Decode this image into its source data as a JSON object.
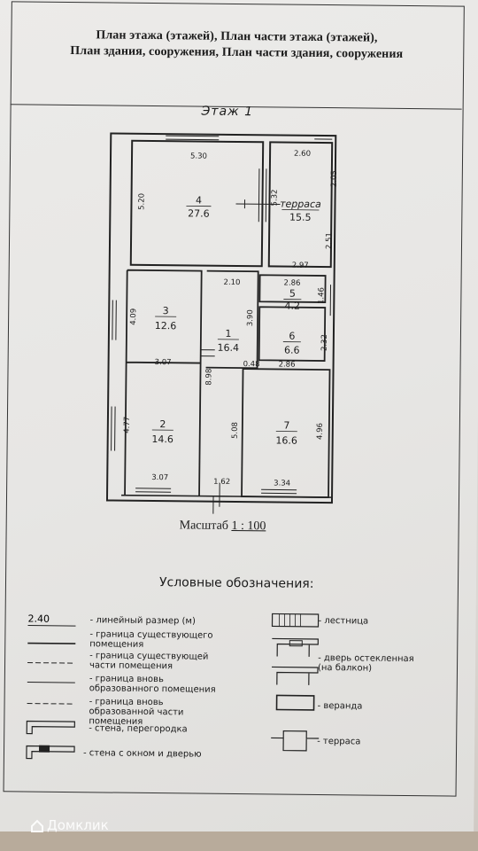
{
  "header": {
    "line1": "План этажа (этажей), План части этажа (этажей),",
    "line2": "План здания, сооружения, План части здания, сооружения"
  },
  "floor_label": "Этаж 1",
  "rooms": [
    {
      "id": "4",
      "area": "27.6"
    },
    {
      "id": "терраса",
      "area": "15.5"
    },
    {
      "id": "3",
      "area": "12.6"
    },
    {
      "id": "1",
      "area": "16.4"
    },
    {
      "id": "5",
      "area": "4.2"
    },
    {
      "id": "6",
      "area": "6.6"
    },
    {
      "id": "2",
      "area": "14.6"
    },
    {
      "id": "7",
      "area": "16.6"
    }
  ],
  "dimensions": {
    "d530": "5.30",
    "d520": "5.20",
    "d260": "2.60",
    "d205": "2.05",
    "d532": "5.32",
    "d251": "2.51",
    "d297": "2.97",
    "d210": "2.10",
    "d286a": "2.86",
    "d146": "1.46",
    "d390": "3.90",
    "d409": "4.09",
    "d307a": "3.07",
    "d048": "0.48",
    "d898": "8.98",
    "d286b": "2.86",
    "d232": "2.32",
    "d477": "4.77",
    "d508": "5.08",
    "d496": "4.96",
    "d307b": "3.07",
    "d162": "1.62",
    "d334": "3.34"
  },
  "scale": {
    "label": "Масштаб",
    "value": "1 : 100"
  },
  "legend": {
    "title": "Условные обозначения:",
    "sample_value": "2.40",
    "items": [
      "- линейный размер (м)",
      "- граница существующего помещения",
      "- граница существующей части помещения",
      "- граница вновь образованного помещения",
      "- граница вновь образованной части помещения",
      "- стена, перегородка",
      "- стена с окном и дверью",
      "- лестница",
      "- дверь остекленная (на балкон)",
      "- веранда",
      "- терраса"
    ]
  },
  "watermark": "Домклик"
}
